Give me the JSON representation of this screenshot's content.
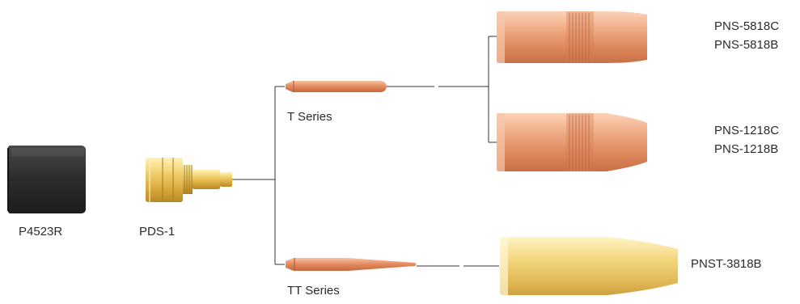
{
  "parts": {
    "nozzle_cup": {
      "label": "P4523R"
    },
    "diffuser": {
      "label": "PDS-1"
    },
    "t_series": {
      "label": "T Series"
    },
    "tt_series": {
      "label": "TT Series"
    },
    "nozzle_a": {
      "label_1": "PNS-5818C",
      "label_2": "PNS-5818B"
    },
    "nozzle_b": {
      "label_1": "PNS-1218C",
      "label_2": "PNS-1218B"
    },
    "nozzle_c": {
      "label": "PNST-3818B"
    }
  },
  "colors": {
    "copper": "#e79a6f",
    "brass": "#e8c86a",
    "insulator": "#3a3a3c",
    "connector_line": "#333333"
  }
}
